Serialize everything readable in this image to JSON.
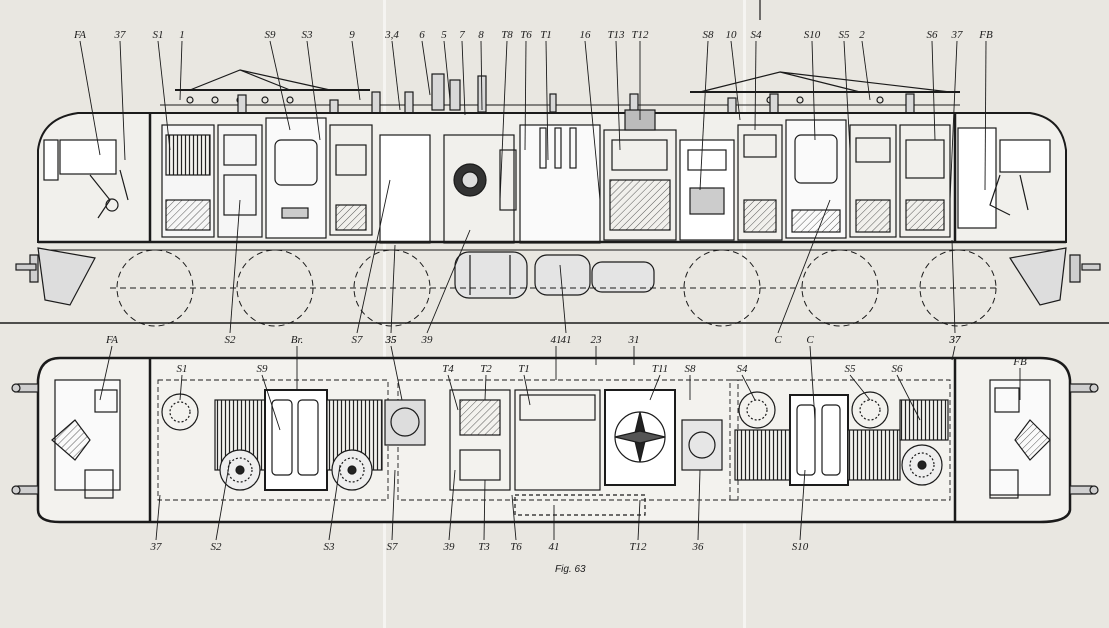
{
  "figure": {
    "caption": "Fig. 63"
  },
  "side_view": {
    "top_labels": [
      "FA",
      "37",
      "S1",
      "1",
      "S9",
      "S3",
      "9",
      "3,4",
      "6",
      "5",
      "7",
      "8",
      "T8",
      "T6",
      "T1",
      "16",
      "T13",
      "T12",
      "S8",
      "10",
      "S4",
      "S10",
      "S5",
      "2",
      "S6",
      "37",
      "FB"
    ],
    "bottom_labels": [
      "S2",
      "S7",
      "35",
      "39",
      "41",
      "C",
      "37"
    ]
  },
  "plan_view": {
    "top_labels": [
      "FA",
      "S1",
      "S9",
      "Br.",
      "35",
      "T4",
      "T2",
      "T1",
      "41",
      "23",
      "31",
      "T11",
      "S8",
      "S4",
      "C",
      "S5",
      "S6",
      "37",
      "FB"
    ],
    "bottom_labels": [
      "37",
      "S2",
      "S3",
      "S7",
      "39",
      "T3",
      "T6",
      "41",
      "T12",
      "36",
      "S10"
    ]
  },
  "colors": {
    "paper": "#e9e7e1",
    "ink": "#1b1b1b",
    "shade": "#bdbdbd"
  }
}
